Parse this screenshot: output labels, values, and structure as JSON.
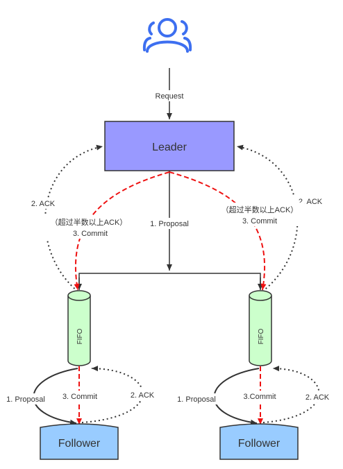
{
  "diagram": {
    "request": "Request",
    "leader": "Leader",
    "proposal_main": "1. Proposal",
    "left_branch": {
      "ack": "2. ACK",
      "note": "（超过半数以上ACK）",
      "commit": "3. Commit"
    },
    "right_branch": {
      "ack": "2. ACK",
      "note": "（超过半数以上ACK）",
      "commit": "3. Commit"
    },
    "left_queue": "FIFO",
    "right_queue": "FIFO",
    "left_follower": {
      "label": "Follower",
      "proposal": "1. Proposal",
      "commit": "3. Commit",
      "ack": "2. ACK"
    },
    "right_follower": {
      "label": "Follower",
      "proposal": "1. Proposal",
      "commit": "3.Commit",
      "ack": "2. ACK"
    }
  },
  "colors": {
    "icon": "#3d6ff0",
    "leader_fill": "#9999ff",
    "fifo_fill": "#ccffcc",
    "follower_fill": "#99ccff",
    "commit_line": "#ee1111",
    "line": "#333333"
  },
  "icons": {
    "users": "users-icon"
  }
}
